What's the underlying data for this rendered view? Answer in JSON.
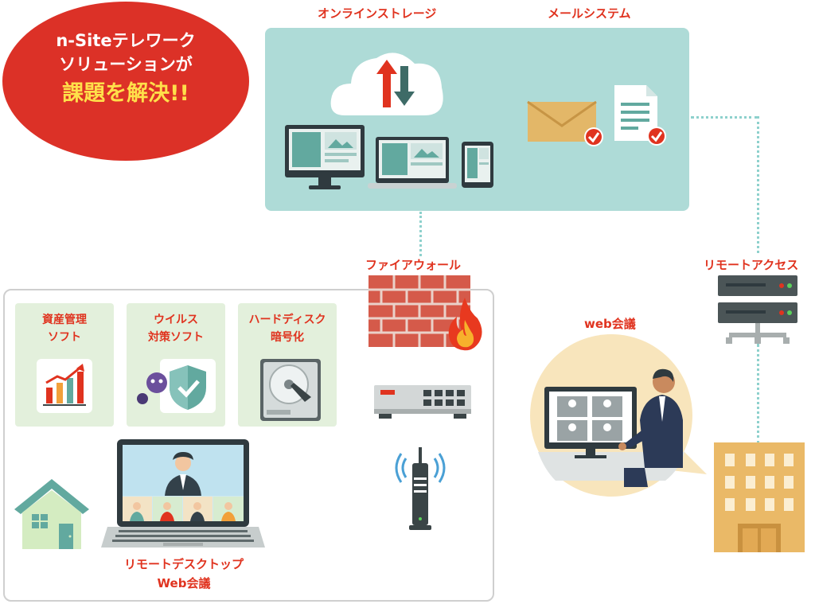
{
  "headline": {
    "line1": "n-Siteテレワーク",
    "line2": "ソリューションが",
    "line3": "課題を解決!!"
  },
  "labels": {
    "online_storage": "オンラインストレージ",
    "mail_system": "メールシステム",
    "firewall": "ファイアウォール",
    "remote_access": "リモートアクセス",
    "web_meeting": "web会議"
  },
  "home_cards": [
    {
      "line1": "資産管理",
      "line2": "ソフト"
    },
    {
      "line1": "ウイルス",
      "line2": "対策ソフト"
    },
    {
      "line1": "ハードディスク",
      "line2": "暗号化"
    }
  ],
  "laptop_caption": {
    "line1": "リモートデスクトップ",
    "line2": "Web会議"
  },
  "colors": {
    "accent_red": "#e0331f",
    "ellipse_red": "#dc3127",
    "headline_yellow": "#ffe04a",
    "cloud_panel": "#aedbd7",
    "card_green": "#e3f0dc",
    "connector": "#8ed1cd"
  },
  "icons": [
    "cloud-sync-icon",
    "desktop-monitor-icon",
    "laptop-icon",
    "tablet-icon",
    "envelope-check-icon",
    "document-check-icon",
    "firewall-brick-icon",
    "flame-icon",
    "network-switch-icon",
    "wifi-router-icon",
    "server-rack-icon",
    "office-building-icon",
    "house-icon",
    "bar-chart-icon",
    "virus-shield-icon",
    "hard-disk-icon",
    "video-call-laptop-icon",
    "businessman-icon"
  ]
}
